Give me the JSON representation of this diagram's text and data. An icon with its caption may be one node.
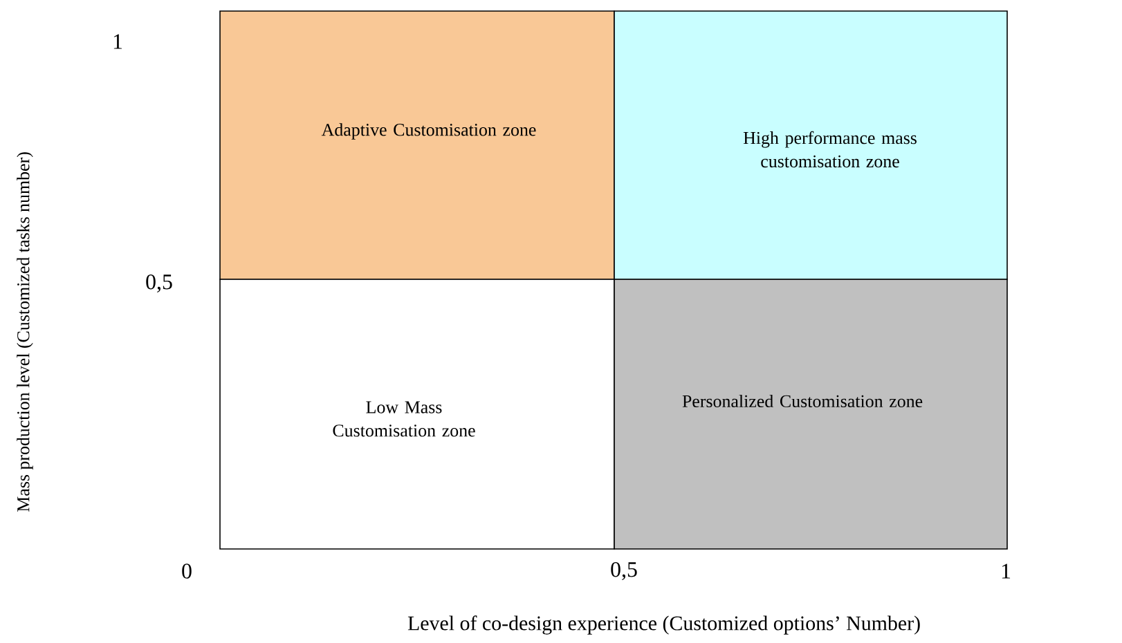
{
  "diagram": {
    "nodes": [
      {
        "text": [
          "Adaptive Customisation zone"
        ]
      },
      {
        "text": [
          "High performance mass customisation zone"
        ]
      },
      {
        "text": [
          "Low Mass Customisation zone"
        ]
      },
      {
        "text": [
          "Personalized Customisation zone"
        ]
      }
    ],
    "labels": [
      "1",
      "0,5",
      "Mass production level (Customized tasks number)",
      "0",
      "0,5",
      "1",
      "Level of co-design experience (Customized options’ Number)"
    ]
  }
}
